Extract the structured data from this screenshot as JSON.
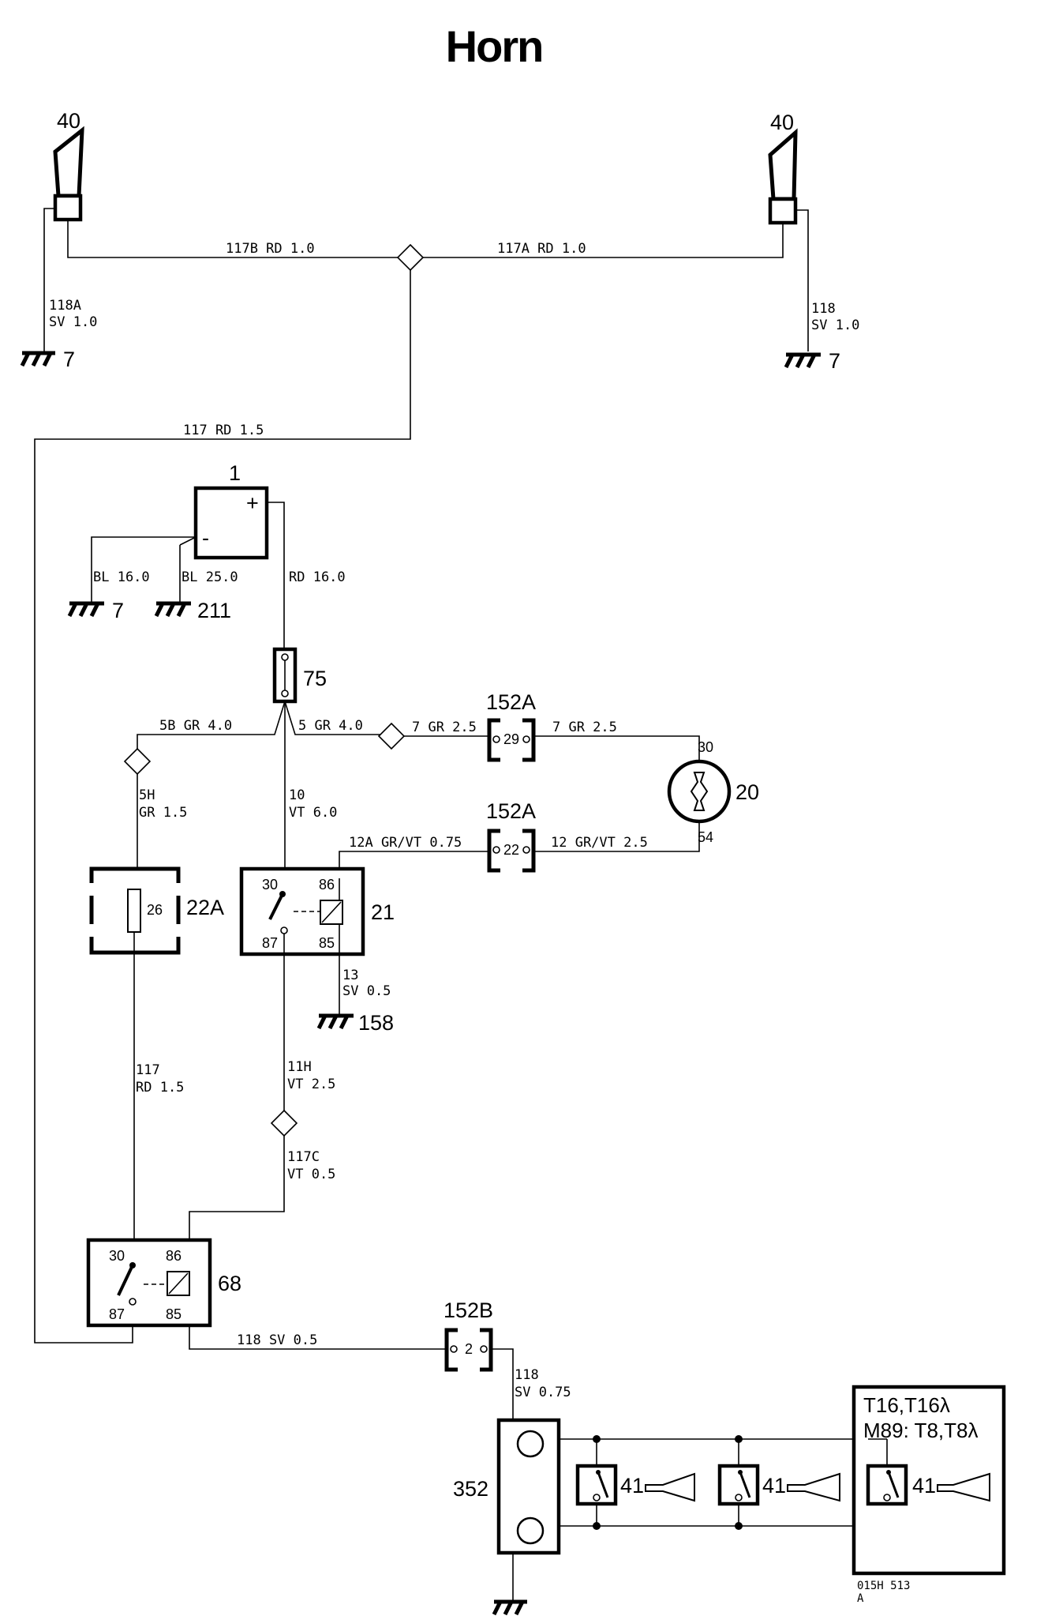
{
  "title": "Horn",
  "components": {
    "horn_left": "40",
    "horn_right": "40",
    "battery": "1",
    "battery_plus": "+",
    "battery_minus": "-",
    "fuse_75": "75",
    "fuse_22a": "22A",
    "fuse_22a_pin": "26",
    "connector_152a_top": "152A",
    "connector_152a_top_pin": "29",
    "connector_152a_bot": "152A",
    "connector_152a_bot_pin": "22",
    "connector_152b": "152B",
    "connector_152b_pin": "2",
    "ignition_switch": "20",
    "ign_pin_30": "30",
    "ign_pin_54": "54",
    "relay_21": "21",
    "relay_68": "68",
    "horn_button_unit": "352",
    "horn_switch_41a": "41",
    "horn_switch_41b": "41",
    "horn_switch_41c": "41",
    "variant_line1": "T16,T16λ",
    "variant_line2": "M89: T8,T8λ",
    "doc_ref_line1": "015H 513",
    "doc_ref_line2": "A"
  },
  "relay_pins": {
    "p30": "30",
    "p86": "86",
    "p87": "87",
    "p85": "85"
  },
  "grounds": {
    "g_left_horn": "7",
    "g_right_horn": "7",
    "g_batt_bl16": "7",
    "g_batt_bl25": "211",
    "g_relay21": "158"
  },
  "wires": {
    "w117b": "117B  RD  1.0",
    "w117a": "117A  RD  1.0",
    "w118a_1": "118A",
    "w118a_2": "SV  1.0",
    "w118_1": "118",
    "w118_2": "SV  1.0",
    "w117": "117  RD  1.5",
    "w_bl16": "BL  16.0",
    "w_bl25": "BL  25.0",
    "w_rd16": "RD  16.0",
    "w5b": "5B  GR  4.0",
    "w5": "5  GR  4.0",
    "w7a": "7  GR  2.5",
    "w7b": "7  GR  2.5",
    "w5h_1": "5H",
    "w5h_2": "GR  1.5",
    "w10_1": "10",
    "w10_2": "VT  6.0",
    "w12a": "12A  GR/VT  0.75",
    "w12": "12  GR/VT  2.5",
    "w13_1": "13",
    "w13_2": "SV  0.5",
    "w117r_1": "117",
    "w117r_2": "RD  1.5",
    "w11h_1": "11H",
    "w11h_2": "VT  2.5",
    "w117c_1": "117C",
    "w117c_2": "VT  0.5",
    "w118sv": "118  SV  0.5",
    "w118b_1": "118",
    "w118b_2": "SV  0.75"
  }
}
